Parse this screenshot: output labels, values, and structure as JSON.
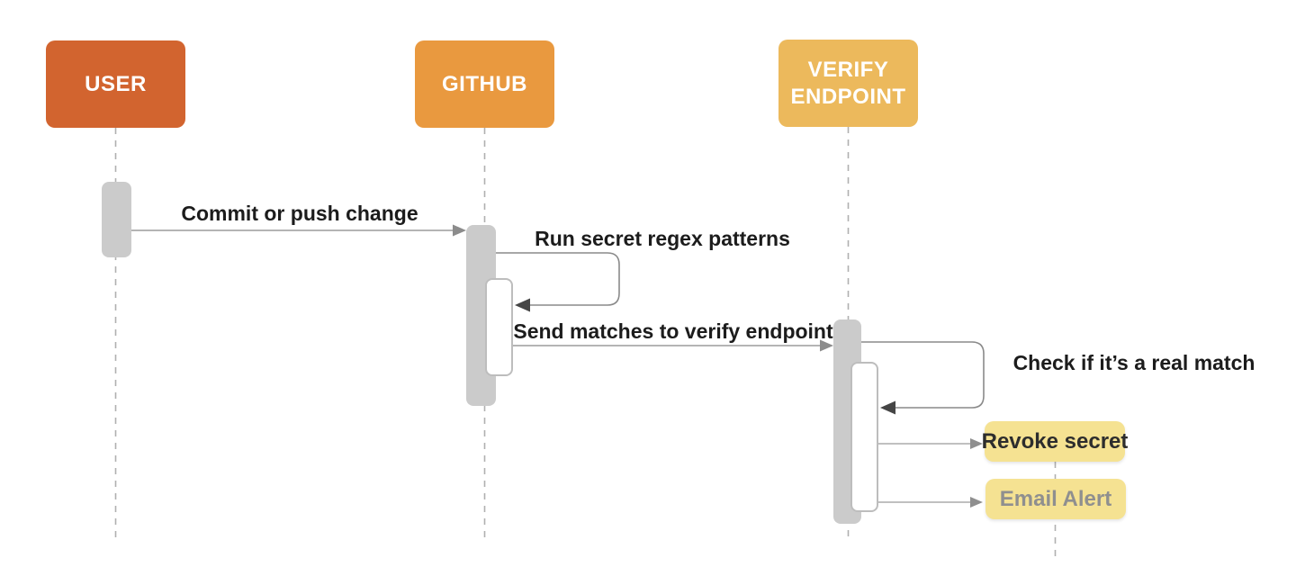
{
  "actors": [
    {
      "name": "user",
      "label": "USER",
      "color": "#d2642f",
      "text_color": "#ffffff"
    },
    {
      "name": "github",
      "label": "GITHUB",
      "color": "#e9993f",
      "text_color": "#ffffff"
    },
    {
      "name": "verify-endpoint",
      "label": "VERIFY ENDPOINT",
      "color": "#ecb95c",
      "text_color": "#ffffff"
    }
  ],
  "messages": [
    {
      "kind": "arrow",
      "from": "user",
      "to": "github",
      "label": "Commit or push change"
    },
    {
      "kind": "self-loop",
      "actor": "github",
      "label": "Run secret regex patterns"
    },
    {
      "kind": "arrow",
      "from": "github",
      "to": "verify-endpoint",
      "label": "Send matches to verify endpoint"
    },
    {
      "kind": "self-loop",
      "actor": "verify-endpoint",
      "label": "Check if it’s a real match"
    }
  ],
  "actions": [
    {
      "label": "Revoke secret",
      "color": "#f5e292",
      "text_color": "#2d2d2d"
    },
    {
      "label": "Email Alert",
      "color": "#f5e292",
      "text_color": "#8f8f8f"
    }
  ],
  "style": {
    "background": "#ffffff",
    "lifeline_color": "#b0b0b0",
    "activation_color": "#cbcbcb",
    "arrow_color": "#9b9b9b",
    "arrowhead_color": "#8c8c8c",
    "loop_line_color": "#8a8a8a",
    "loop_arrowhead_color": "#454545"
  }
}
